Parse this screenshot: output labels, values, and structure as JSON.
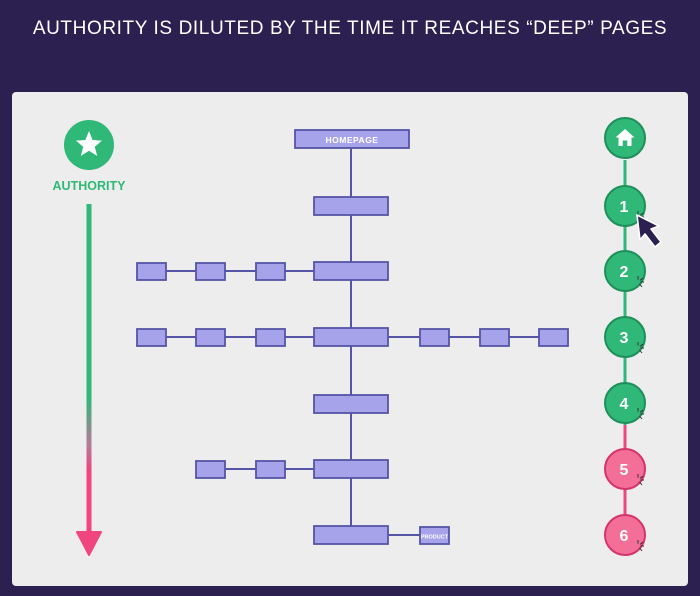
{
  "title": "AUTHORITY IS DILUTED BY THE TIME IT REACHES “DEEP” PAGES",
  "authority": {
    "label": "AUTHORITY",
    "icon": "star-icon",
    "color_top": "#2fb877",
    "color_bottom": "#f0457e"
  },
  "tree": {
    "homepage_label": "HOMEPAGE",
    "product_label": "PRODUCT",
    "node_color": "#a7a3ea",
    "node_border": "#5554a6"
  },
  "levels": {
    "home_icon": "home-icon",
    "items": [
      {
        "label": "1",
        "color": "#2fb877"
      },
      {
        "label": "2",
        "color": "#2fb877"
      },
      {
        "label": "3",
        "color": "#2fb877"
      },
      {
        "label": "4",
        "color": "#2fb877"
      },
      {
        "label": "5",
        "color": "#f46f97"
      },
      {
        "label": "6",
        "color": "#f46f97"
      }
    ]
  },
  "cursor": {
    "icon": "cursor-arrow-icon"
  }
}
